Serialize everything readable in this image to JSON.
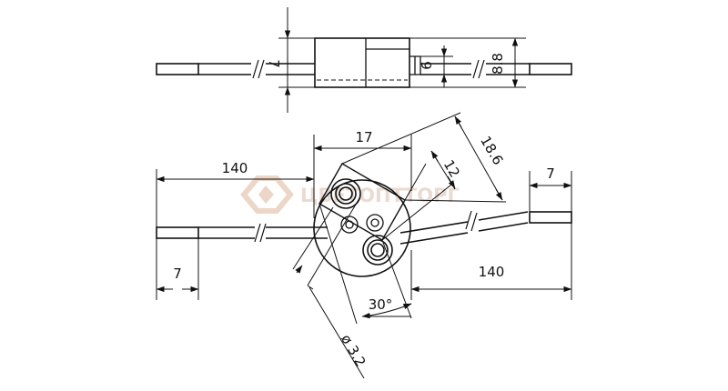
{
  "watermark": {
    "text": "ЦВЕТОПТТОРГ"
  },
  "top_view": {
    "dims": {
      "d7": "7",
      "d6": "6",
      "d88": "8.8"
    }
  },
  "front_view": {
    "dims": {
      "left_len": "140",
      "left_tip": "7",
      "right_len": "140",
      "right_tip": "7",
      "width": "17",
      "pin_pitch": "12",
      "diagonal": "18.6",
      "angle": "30°",
      "pin_dia": "ø 3.2"
    }
  }
}
